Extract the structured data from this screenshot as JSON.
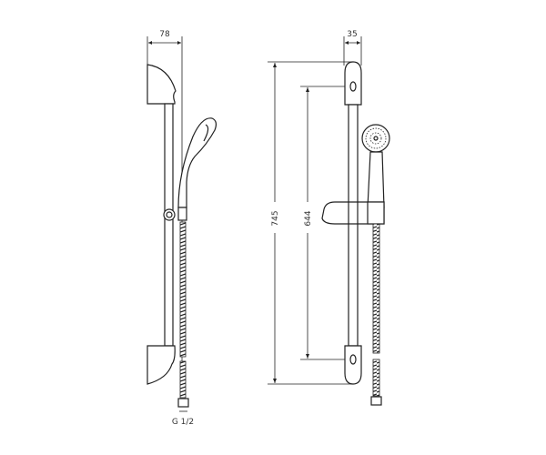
{
  "diagram": {
    "subject": "Shower rail set technical drawing",
    "side_view": {
      "width_dimension": "78",
      "connection_label": "G 1/2"
    },
    "front_view": {
      "width_dimension": "35",
      "total_height_dimension": "745",
      "mount_spacing_dimension": "644"
    },
    "colors": {
      "line": "#222222",
      "background": "#ffffff"
    }
  }
}
